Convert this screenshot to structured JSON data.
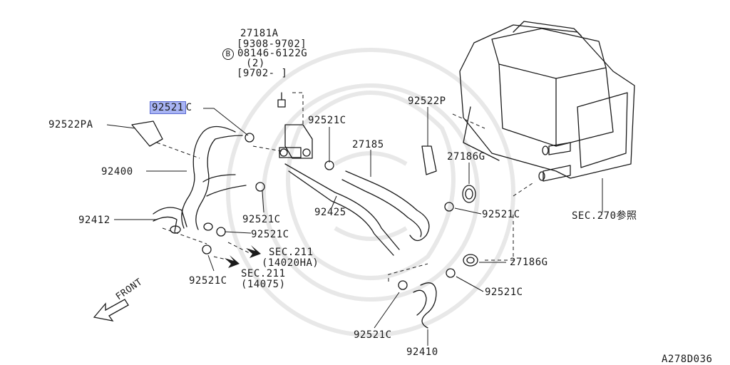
{
  "parts": {
    "p27181a": "27181A",
    "date_range_1": "[9308-9702]",
    "bolt_symbol": "B",
    "bolt_part": "08146-6122G",
    "bolt_qty": "(2)",
    "date_range_2": "[9702-     ]",
    "p92521c_highlight": "92521",
    "p92521c_highlight_suffix": "C",
    "p92522pa": "92522PA",
    "p92521c_a": "92521C",
    "p92522p": "92522P",
    "p27185": "27185",
    "p27186g_a": "27186G",
    "p92400": "92400",
    "p92521c_b": "92521C",
    "p92425": "92425",
    "p92521c_c": "92521C",
    "p92412": "92412",
    "p92521c_d": "92521C",
    "sec211_a": "SEC.211",
    "sec211_a_sub": "(14020HA)",
    "sec211_b": "SEC.211",
    "sec211_b_sub": "(14075)",
    "p92521c_e": "92521C",
    "sec270": "SEC.270参照",
    "p27186g_b": "27186G",
    "p92521c_f": "92521C",
    "p92521c_g": "92521C",
    "p92410": "92410"
  },
  "front_label": "FRONT",
  "diagram_code": "A278D036",
  "colors": {
    "highlight": "#a8b4f4",
    "line": "#1a1a1a",
    "watermark": "#e6e6e6"
  }
}
